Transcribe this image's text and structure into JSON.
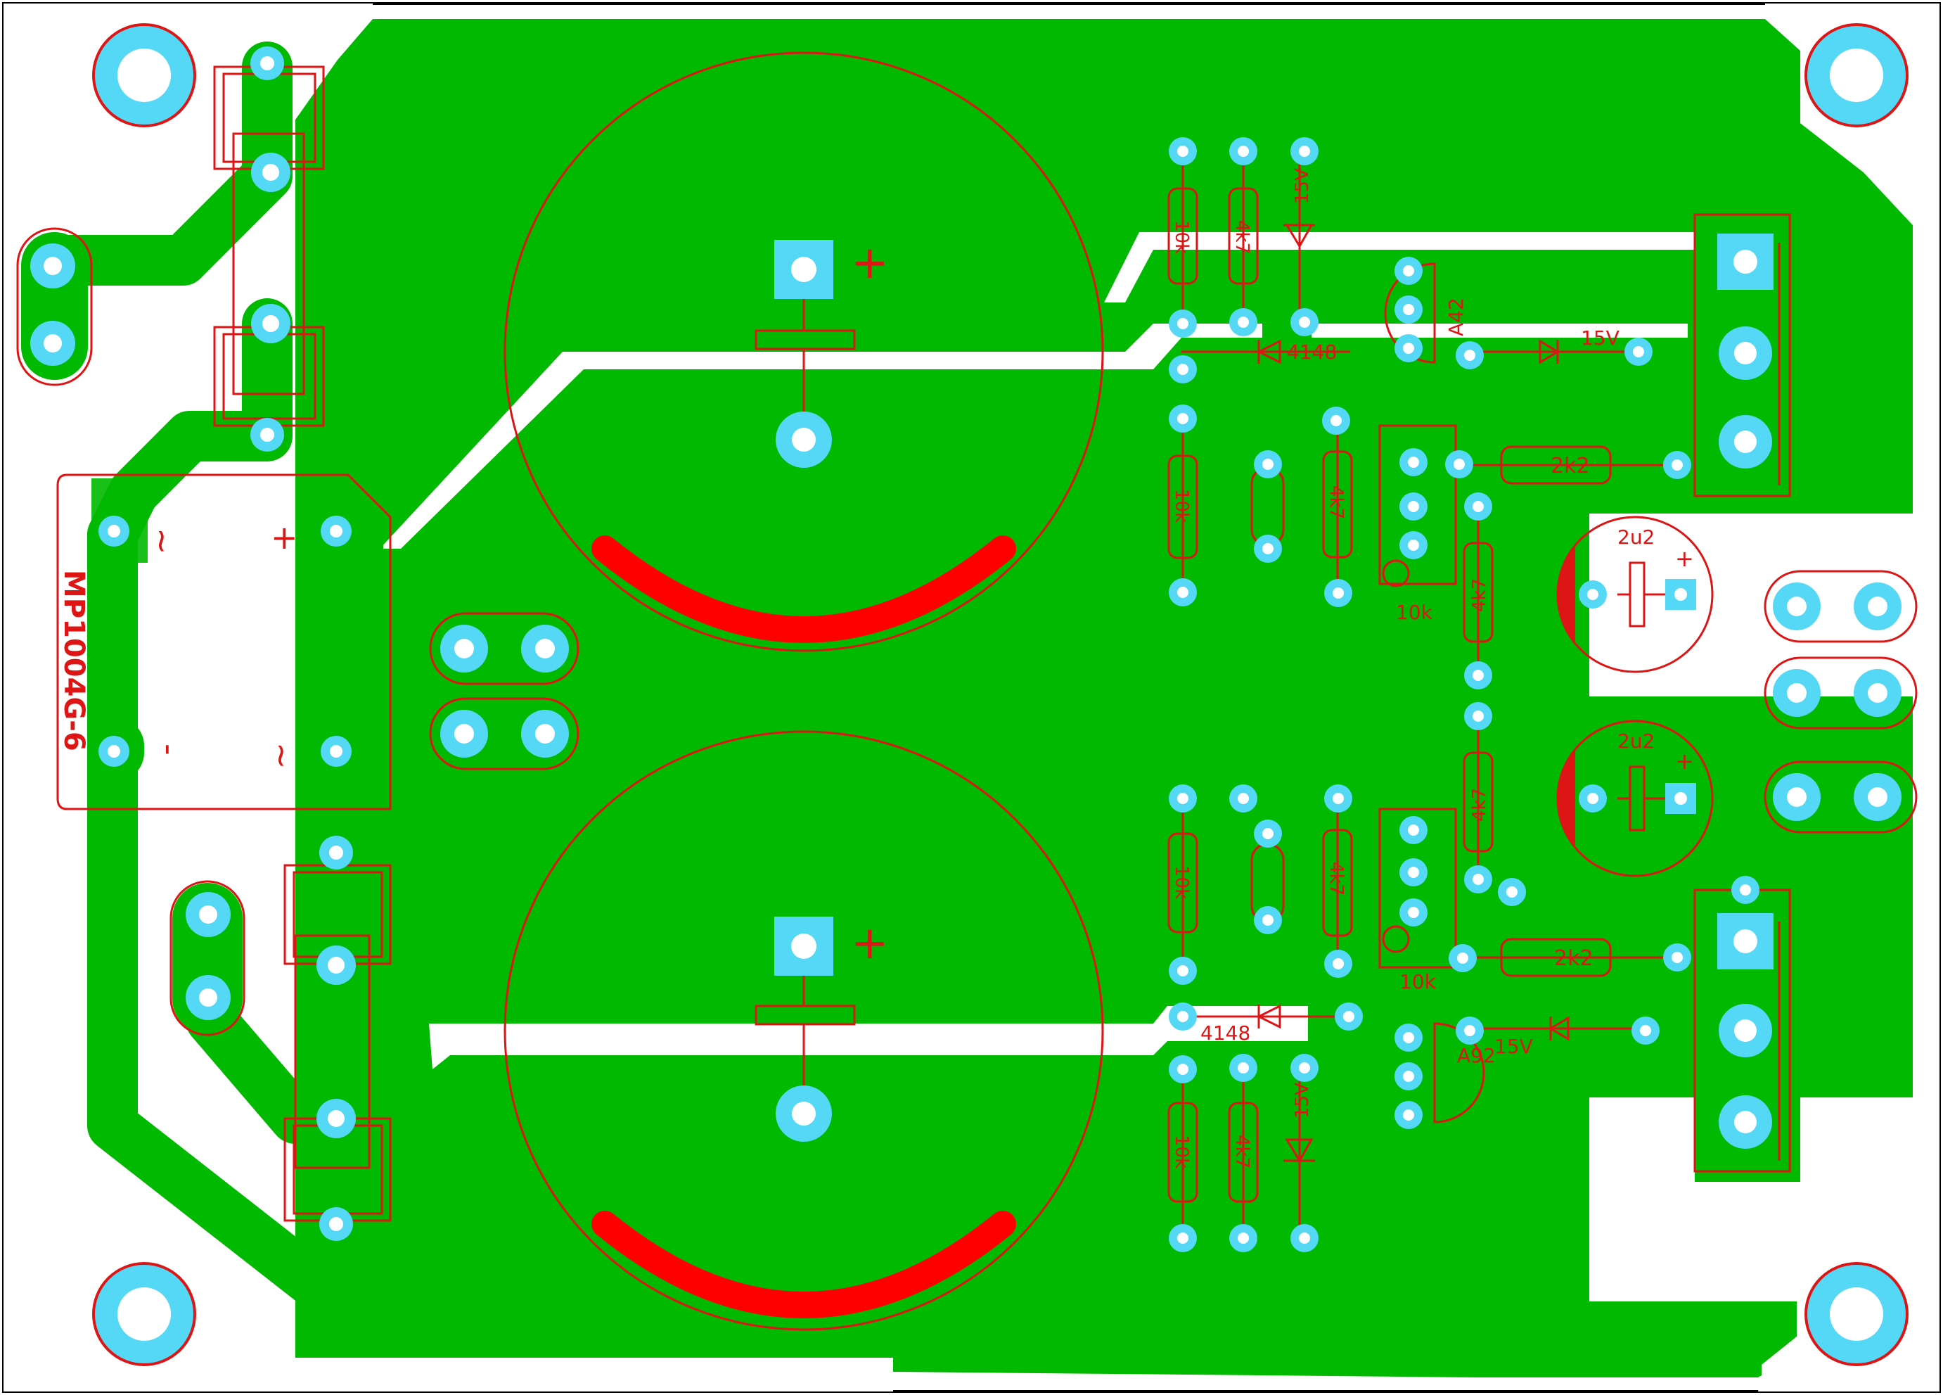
{
  "board": {
    "colors": {
      "background": "#ffffff",
      "border": "#000000",
      "copper": "#00b900",
      "pad": "#55d8f5",
      "pad_hole": "#ffffff",
      "silkscreen": "#dd1515",
      "capacitor_band": "#ff0000"
    }
  },
  "labels": {
    "bridge": "MP1004G-6",
    "bridge_ac1": "~",
    "bridge_plus": "+",
    "bridge_minus": "-",
    "bridge_ac2": "~",
    "cap1_plus": "+",
    "cap2_plus": "+",
    "r_top_10k_a": "10k",
    "r_top_4k7_a": "4k7",
    "z_top_15v_a": "15V",
    "q_top": "A42",
    "d_top_4148": "4148",
    "z_top_15v_b": "15V",
    "r_top_2k2": "2k2",
    "r_top_10k_b": "10k",
    "r_top_4k7_b": "4k7",
    "pot_top": "10k",
    "r_mid_4k7_top": "4k7",
    "c_top_2u2": "2u2",
    "c_top_2u2_plus": "+",
    "c_bot_2u2": "2u2",
    "c_bot_2u2_plus": "+",
    "r_mid_4k7_bot": "4k7",
    "r_bot_10k_b": "10k",
    "r_bot_4k7_b": "4k7",
    "pot_bot": "10k",
    "r_bot_2k2": "2k2",
    "d_bot_4148": "4148",
    "q_bot": "A92",
    "z_bot_15v_b": "15V",
    "r_bot_10k_a": "10k",
    "r_bot_4k7_a": "4k7",
    "z_bot_15v_a": "15V"
  }
}
